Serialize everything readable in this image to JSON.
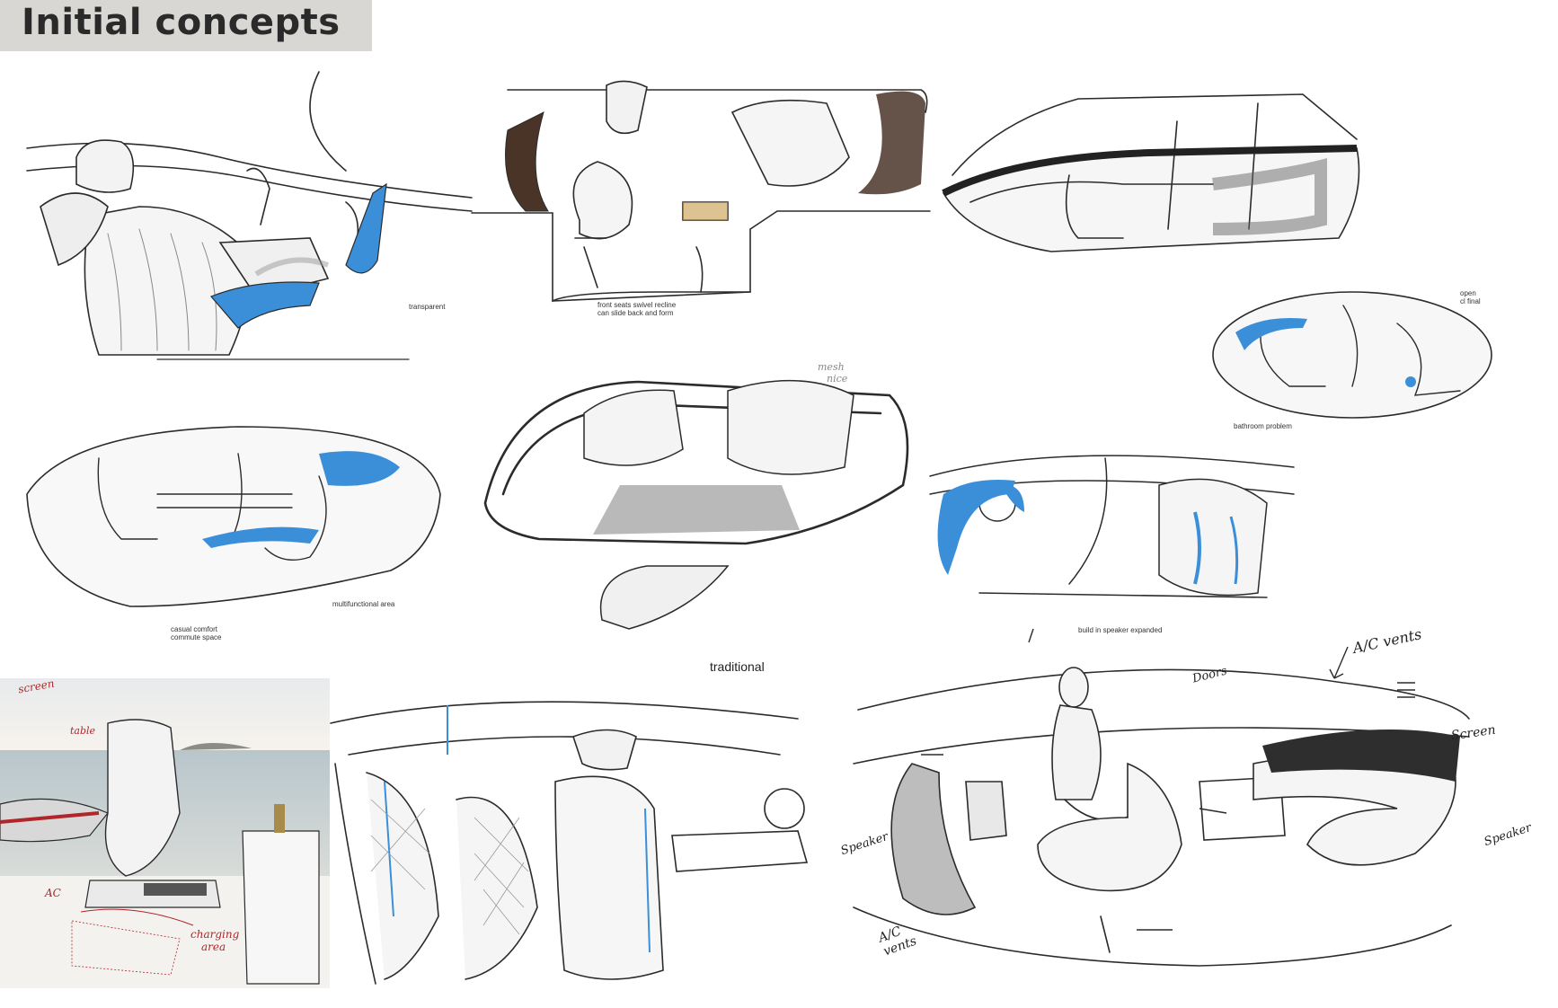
{
  "page": {
    "title": "Initial concepts"
  },
  "annotations": {
    "transparent": "transparent",
    "front_seats_note_line1": "front seats swivel recline",
    "front_seats_note_line2": "can slide back and form",
    "mesh_note_line1": "mesh",
    "mesh_note_line2": "nice",
    "open_note_line1": "open",
    "open_note_line2": "cl final",
    "bathroom_note": "bathroom problem",
    "multi_note": "multifunctional area",
    "casual_note_line1": "casual comfort",
    "casual_note_line2": "commute space",
    "sketch8_note": "build in speaker expanded",
    "traditional": "traditional",
    "ac_vents_top": "A/C vents",
    "doors": "Doors",
    "screen": "Screen",
    "speaker_left": "Speaker",
    "speaker_right": "Speaker",
    "ac_vents_bottom_line1": "A/C",
    "ac_vents_bottom_line2": "vents",
    "photo_screen": "screen",
    "photo_table": "table",
    "photo_ac": "AC",
    "photo_charging_line1": "charging",
    "photo_charging_line2": "area"
  },
  "colors": {
    "accent_blue": "#3b8fd8",
    "title_bg": "#d9d7d3",
    "sketch_line": "#2b2b2b",
    "shade_gray": "#9a9a9a",
    "brown_accent": "#4a3428",
    "red_marker": "#b0262a"
  }
}
